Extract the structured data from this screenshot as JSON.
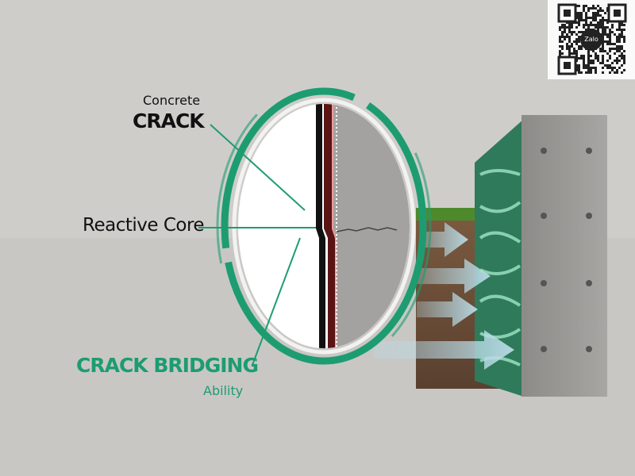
{
  "labels": {
    "concrete": "Concrete",
    "crack": "CRACK",
    "reactive_core": "Reactive Core",
    "crack_bridging": "CRACK BRIDGING",
    "ability": "Ability"
  },
  "qr_logo": "Zalo",
  "colors": {
    "background": "#cfcdca",
    "accent_green": "#1d9c72",
    "membrane_red": "#5a1414",
    "arrow_blue": "#b9dbe6",
    "concrete_gray": "#9a9895"
  }
}
